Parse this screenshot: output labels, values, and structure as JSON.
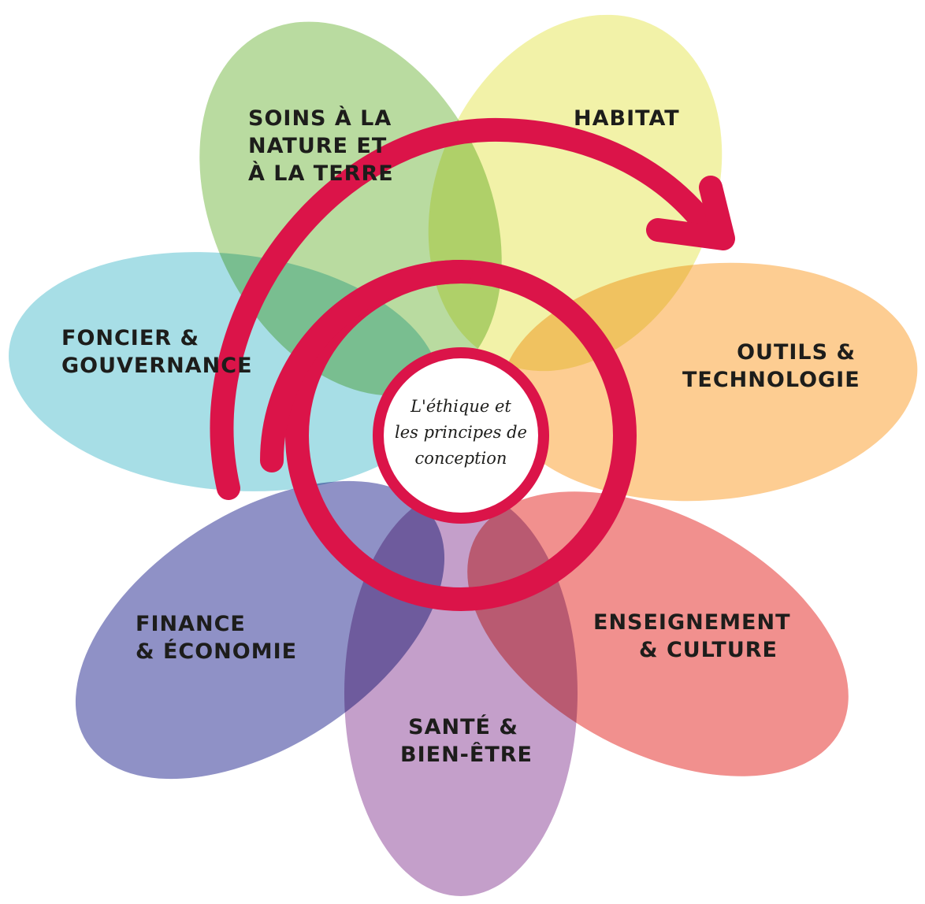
{
  "petals": [
    {
      "id": "nature",
      "color": "#b9dba0",
      "lines": [
        "SOINS À LA",
        "NATURE ET",
        "À LA TERRE"
      ]
    },
    {
      "id": "habitat",
      "color": "#f2f2a8",
      "lines": [
        "HABITAT"
      ]
    },
    {
      "id": "outils",
      "color": "#fdcd92",
      "lines": [
        "OUTILS &",
        "TECHNOLOGIE"
      ]
    },
    {
      "id": "enseignement",
      "color": "#f1908e",
      "lines": [
        "ENSEIGNEMENT",
        "& CULTURE"
      ]
    },
    {
      "id": "sante",
      "color": "#c49fca",
      "lines": [
        "SANTÉ &",
        "BIEN-ÊTRE"
      ]
    },
    {
      "id": "finance",
      "color": "#8f91c6",
      "lines": [
        "FINANCE",
        "& ÉCONOMIE"
      ]
    },
    {
      "id": "foncier",
      "color": "#a7dee6",
      "lines": [
        "FONCIER &",
        "GOUVERNANCE"
      ]
    }
  ],
  "center": {
    "lines": [
      "L'éthique et",
      "les principes de",
      "conception"
    ]
  },
  "colors": {
    "spiral": "#db1449",
    "center_fill": "#ffffff",
    "text": "#1d1d1b"
  }
}
